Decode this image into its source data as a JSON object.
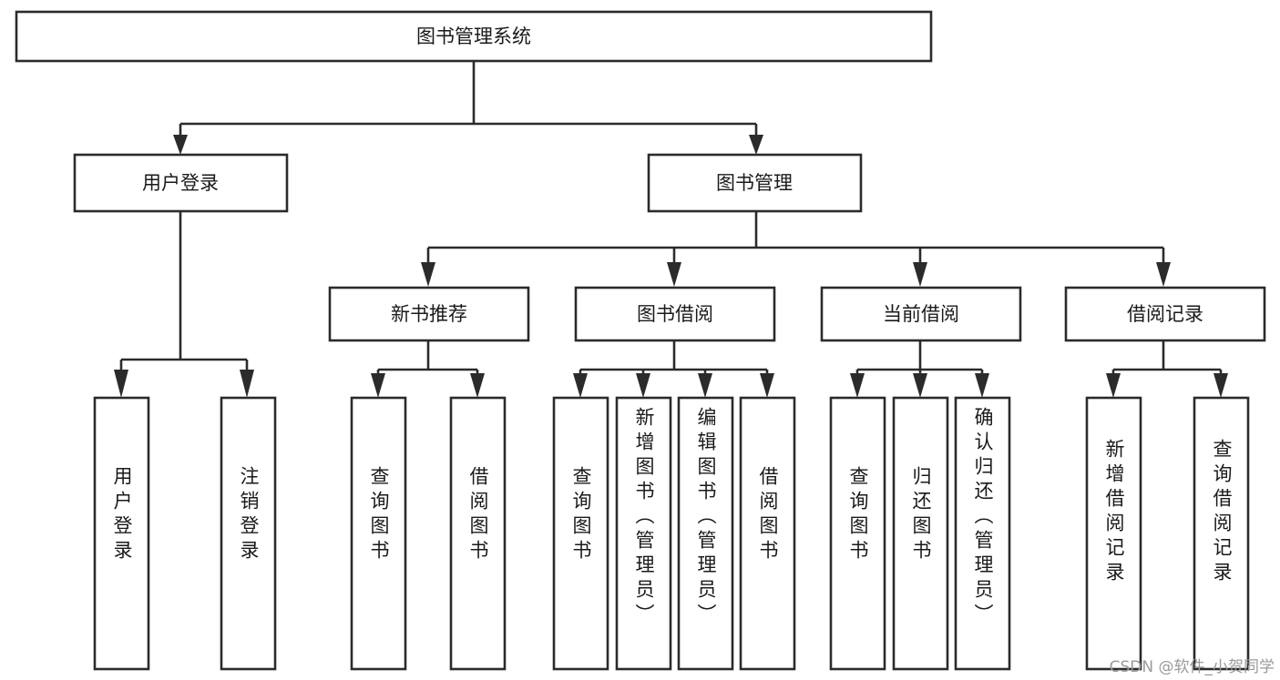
{
  "diagram": {
    "title": "图书管理系统",
    "type": "tree-hierarchy-diagram",
    "watermark": "CSDN @软件_小贺同学",
    "colors": {
      "background": "#ffffff",
      "box_stroke": "#2b2b2b",
      "box_fill": "#ffffff",
      "text": "#1a1a1a",
      "watermark": "#9a9a9a"
    },
    "root": {
      "id": "root",
      "label": "图书管理系统"
    },
    "level2": [
      {
        "id": "user-login",
        "label": "用户登录"
      },
      {
        "id": "book-manage",
        "label": "图书管理"
      }
    ],
    "level3": [
      {
        "id": "new-book-recommend",
        "label": "新书推荐",
        "parent": "book-manage"
      },
      {
        "id": "book-borrow",
        "label": "图书借阅",
        "parent": "book-manage"
      },
      {
        "id": "current-borrow",
        "label": "当前借阅",
        "parent": "book-manage"
      },
      {
        "id": "borrow-record",
        "label": "借阅记录",
        "parent": "book-manage"
      }
    ],
    "leaves": {
      "user-login": [
        {
          "id": "leaf-user-login",
          "label": "用户登录"
        },
        {
          "id": "leaf-logout-login",
          "label": "注销登录"
        }
      ],
      "new-book-recommend": [
        {
          "id": "leaf-query-book-1",
          "label": "查询图书"
        },
        {
          "id": "leaf-borrow-book-1",
          "label": "借阅图书"
        }
      ],
      "book-borrow": [
        {
          "id": "leaf-query-book-2",
          "label": "查询图书"
        },
        {
          "id": "leaf-add-book",
          "label": "新增图书（管理员）"
        },
        {
          "id": "leaf-edit-book",
          "label": "编辑图书（管理员）"
        },
        {
          "id": "leaf-borrow-book-2",
          "label": "借阅图书"
        }
      ],
      "current-borrow": [
        {
          "id": "leaf-query-book-3",
          "label": "查询图书"
        },
        {
          "id": "leaf-return-book",
          "label": "归还图书"
        },
        {
          "id": "leaf-confirm-return",
          "label": "确认归还（管理员）"
        }
      ],
      "borrow-record": [
        {
          "id": "leaf-add-record",
          "label": "新增借阅记录"
        },
        {
          "id": "leaf-query-record",
          "label": "查询借阅记录"
        }
      ]
    }
  }
}
